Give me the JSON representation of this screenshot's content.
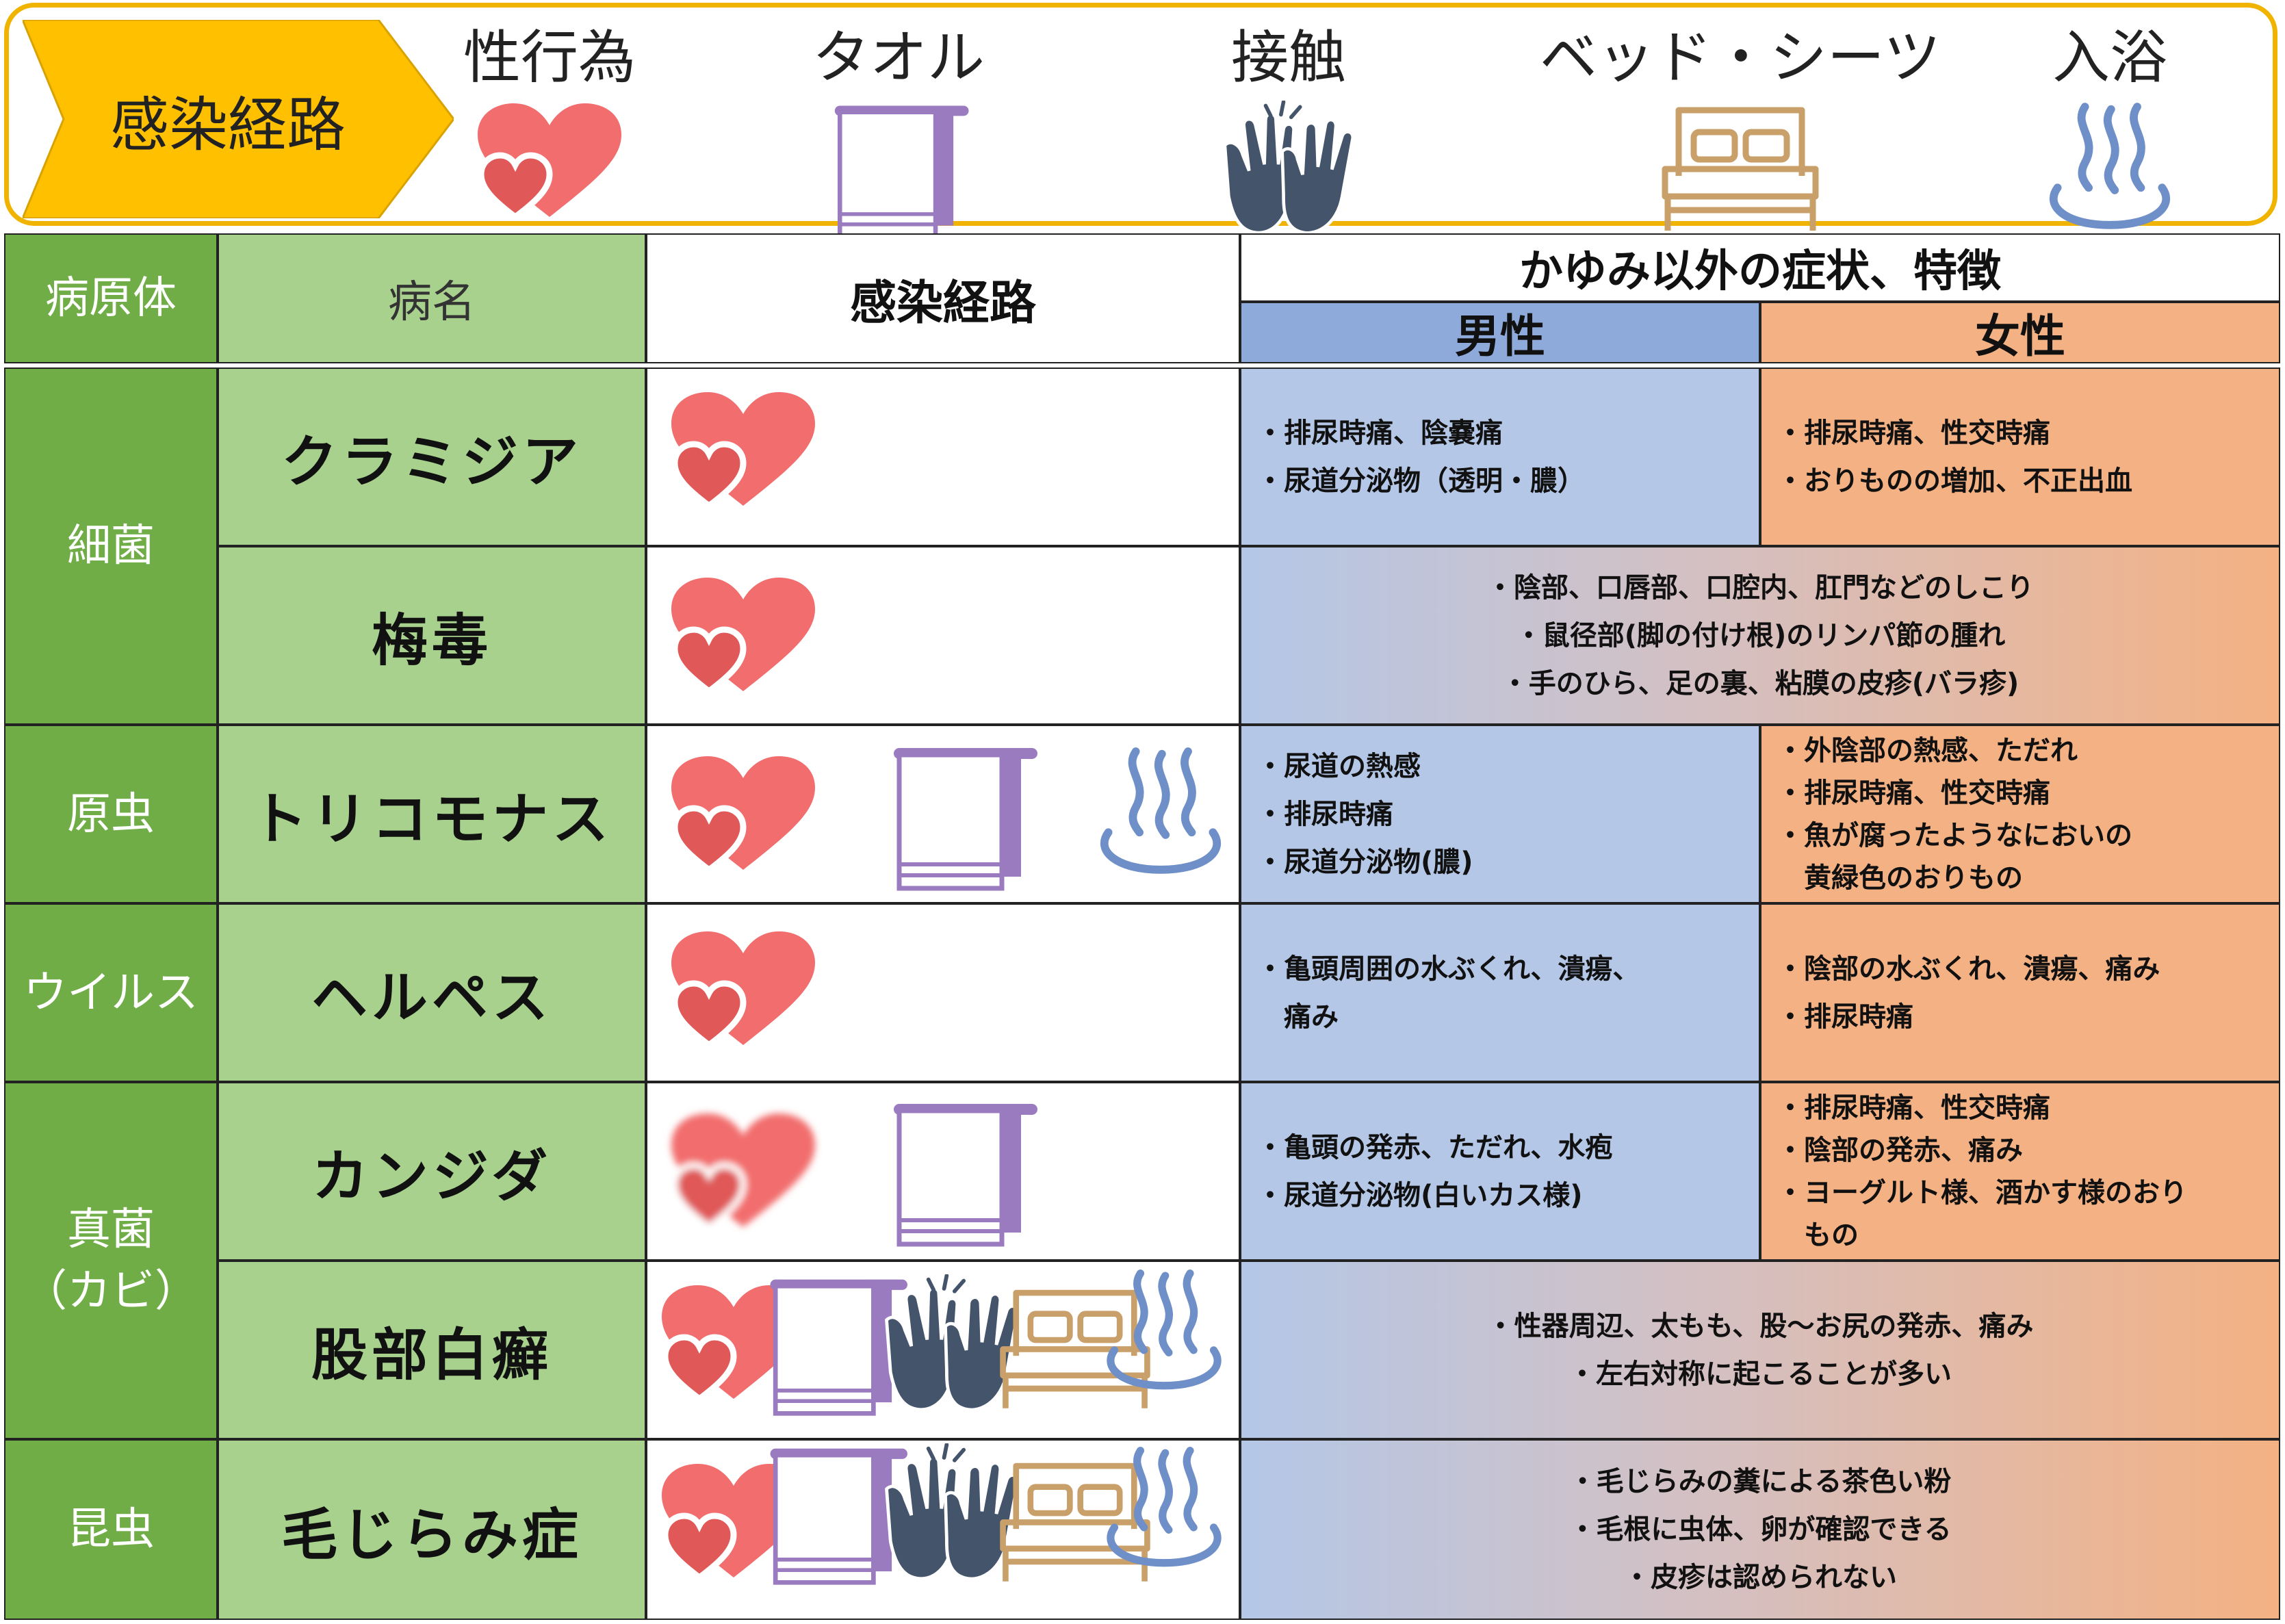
{
  "legend": {
    "title": "感染経路",
    "items": [
      {
        "label": "性行為",
        "icon": "heart-icon"
      },
      {
        "label": "タオル",
        "icon": "towel-icon"
      },
      {
        "label": "接触",
        "icon": "hands-icon"
      },
      {
        "label": "ベッド・シーツ",
        "icon": "bed-icon"
      },
      {
        "label": "入浴",
        "icon": "bath-icon"
      }
    ]
  },
  "headers": {
    "pathogen": "病原体",
    "disease": "病名",
    "route": "感染経路",
    "symptoms": "かゆみ以外の症状、特徴",
    "male": "男性",
    "female": "女性"
  },
  "groups": [
    {
      "name": "細菌"
    },
    {
      "name": "原虫"
    },
    {
      "name": "ウイルス"
    },
    {
      "name": "真菌",
      "sub": "（カビ）"
    },
    {
      "name": "昆虫"
    }
  ],
  "diseases": [
    {
      "name": "クラミジア",
      "routes": [
        "heart"
      ],
      "male": [
        "・排尿時痛、陰嚢痛",
        "・尿道分泌物（透明・膿）"
      ],
      "female": [
        "・排尿時痛、性交時痛",
        "・おりものの増加、不正出血"
      ]
    },
    {
      "name": "梅毒",
      "routes": [
        "heart"
      ],
      "common": [
        "・陰部、口唇部、口腔内、肛門などのしこり",
        "・鼠径部(脚の付け根)のリンパ節の腫れ",
        "・手のひら、足の裏、粘膜の皮疹(バラ疹)"
      ]
    },
    {
      "name": "トリコモナス",
      "routes": [
        "heart",
        "towel",
        "bath"
      ],
      "male": [
        "・尿道の熱感",
        "・排尿時痛",
        "・尿道分泌物(膿)"
      ],
      "female": [
        "・外陰部の熱感、ただれ",
        "・排尿時痛、性交時痛",
        "・魚が腐ったようなにおいの",
        "　黄緑色のおりもの"
      ]
    },
    {
      "name": "ヘルペス",
      "routes": [
        "heart"
      ],
      "male": [
        "・亀頭周囲の水ぶくれ、潰瘍、",
        "　痛み"
      ],
      "female": [
        "・陰部の水ぶくれ、潰瘍、痛み",
        "・排尿時痛"
      ]
    },
    {
      "name": "カンジダ",
      "routes": [
        "heart",
        "towel"
      ],
      "male": [
        "・亀頭の発赤、ただれ、水疱",
        "・尿道分泌物(白いカス様)"
      ],
      "female": [
        "・排尿時痛、性交時痛",
        "・陰部の発赤、痛み",
        "・ヨーグルト様、酒かす様のおり",
        "　もの"
      ]
    },
    {
      "name": "股部白癬",
      "routes": [
        "heart",
        "towel",
        "hands",
        "bed",
        "bath"
      ],
      "common": [
        "・性器周辺、太もも、股～お尻の発赤、痛み",
        "・左右対称に起こることが多い"
      ]
    },
    {
      "name": "毛じらみ症",
      "routes": [
        "heart",
        "towel",
        "hands",
        "bed",
        "bath"
      ],
      "common": [
        "・毛じらみの糞による茶色い粉",
        "・毛根に虫体、卵が確認できる",
        "・皮疹は認められない"
      ]
    }
  ],
  "colors": {
    "legend_border": "#f0b400",
    "legend_arrow": "#ffc000",
    "pathogen_bg": "#70ad47",
    "disease_bg": "#a9d18e",
    "male_bg": "#b4c7e7",
    "male_header": "#8eaadb",
    "female_bg": "#f4b183",
    "heart": "#f26d6d",
    "towel": "#9b7bc0",
    "hands": "#44546a",
    "bed": "#c9a06a",
    "bath": "#6f8fc8"
  }
}
